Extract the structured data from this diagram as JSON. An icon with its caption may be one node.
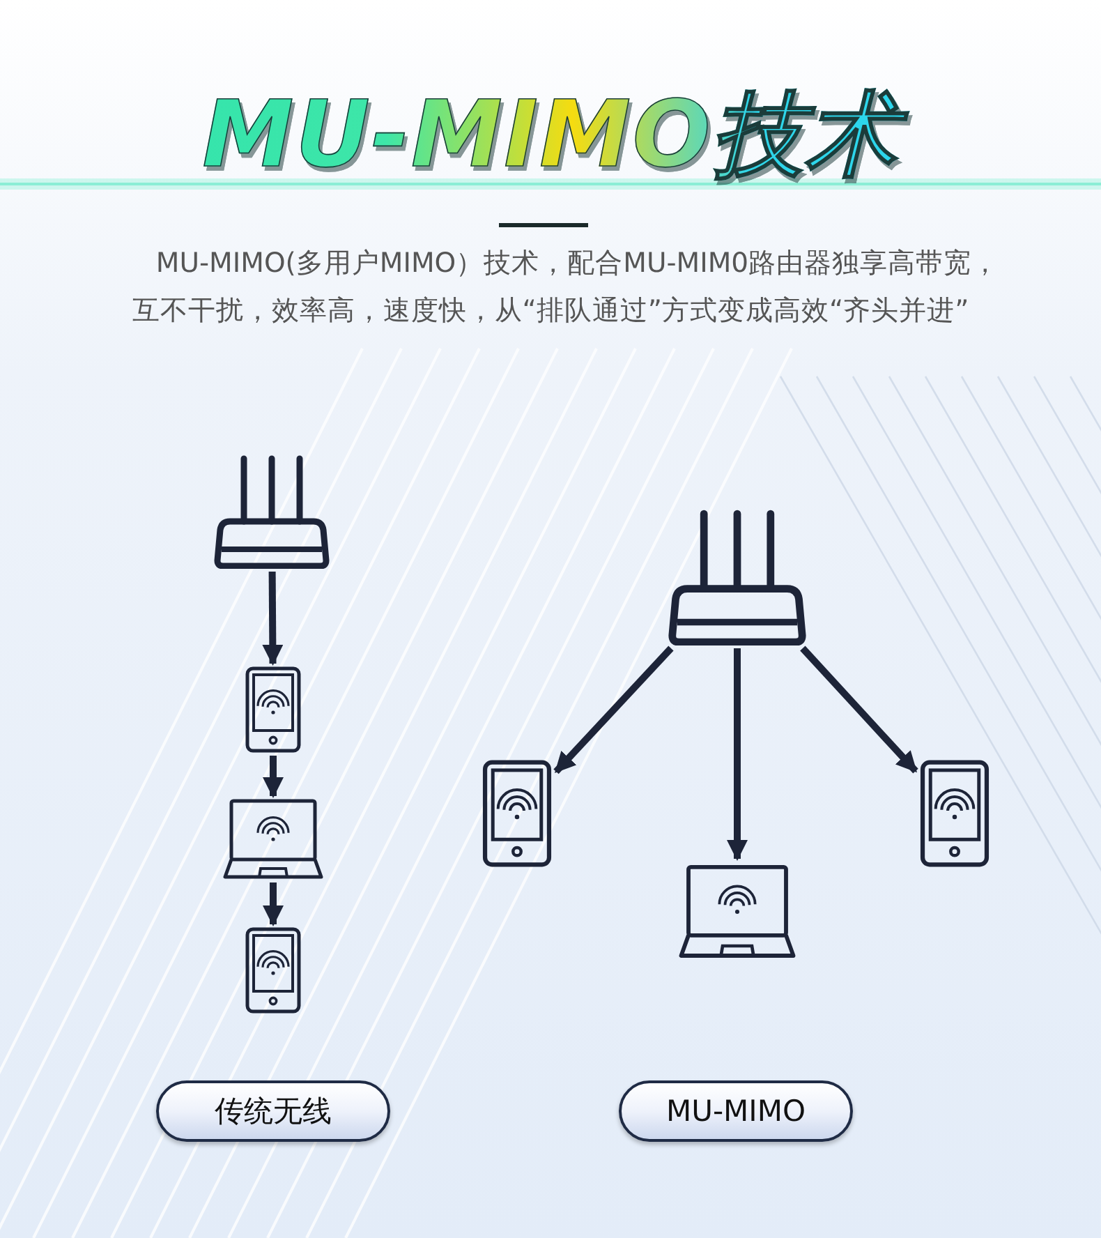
{
  "diagram": {
    "title": "MU-MIMO技术",
    "nodes": [
      {
        "text": [],
        "shape": "router"
      },
      {
        "text": [],
        "shape": "tablet"
      },
      {
        "text": [],
        "shape": "laptop"
      },
      {
        "text": [],
        "shape": "tablet"
      },
      {
        "text": [],
        "shape": "router"
      },
      {
        "text": [],
        "shape": "tablet"
      },
      {
        "text": [],
        "shape": "laptop"
      },
      {
        "text": [],
        "shape": "tablet"
      },
      {
        "text": [
          "传统无线"
        ]
      },
      {
        "text": [
          "MU-MIMO"
        ]
      }
    ],
    "edges": [
      {
        "from": 0,
        "to": 1,
        "arrow": "to"
      },
      {
        "from": 1,
        "to": 2,
        "arrow": "to"
      },
      {
        "from": 2,
        "to": 3,
        "arrow": "to"
      },
      {
        "from": 4,
        "to": 5,
        "arrow": "to"
      },
      {
        "from": 4,
        "to": 6,
        "arrow": "to"
      },
      {
        "from": 4,
        "to": 7,
        "arrow": "to"
      }
    ],
    "labels": [
      "MU-MIMO(多用户MIMO）技术，配合MU-MIM0路由器独享高带宽，互不干扰，效率高，速度快，从“排队通过”方式变成高效“齐头并进”"
    ]
  }
}
